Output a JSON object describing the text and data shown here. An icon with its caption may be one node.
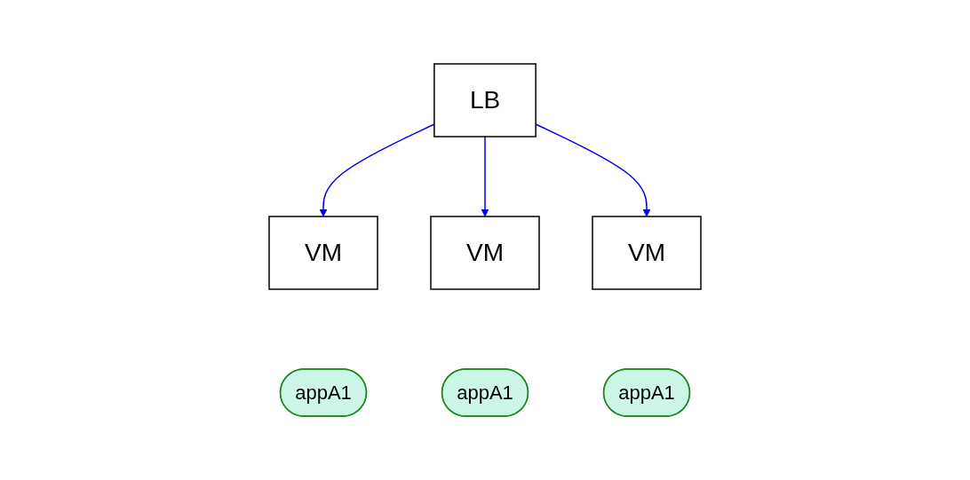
{
  "diagram": {
    "nodes": [
      {
        "text": [
          "LB"
        ]
      },
      {
        "text": [
          "VM"
        ]
      },
      {
        "text": [
          "VM"
        ]
      },
      {
        "text": [
          "VM"
        ]
      },
      {
        "text": [
          "appA1"
        ]
      },
      {
        "text": [
          "appA1"
        ]
      },
      {
        "text": [
          "appA1"
        ]
      }
    ],
    "edges": [
      {
        "from": 0,
        "to": 1,
        "arrow": "to"
      },
      {
        "from": 0,
        "to": 2,
        "arrow": "to"
      },
      {
        "from": 0,
        "to": 3,
        "arrow": "to"
      }
    ]
  }
}
